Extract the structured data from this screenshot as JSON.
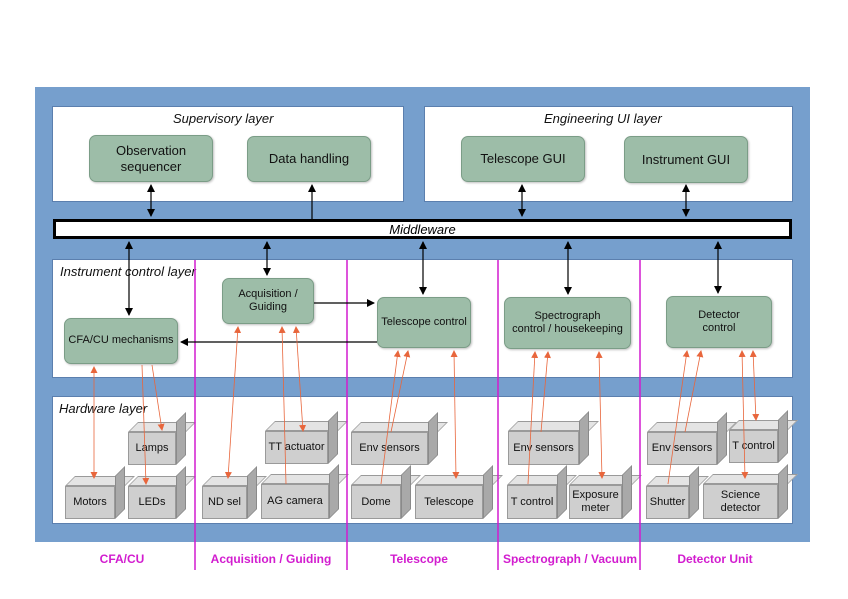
{
  "layers": {
    "supervisory": "Supervisory layer",
    "engineering_ui": "Engineering UI layer",
    "middleware": "Middleware",
    "instrument_control": "Instrument control layer",
    "hardware": "Hardware layer"
  },
  "modules": {
    "observation_sequencer": "Observation\nsequencer",
    "data_handling": "Data handling",
    "telescope_gui": "Telescope GUI",
    "instrument_gui": "Instrument GUI",
    "acquisition_guiding": "Acquisition /\nGuiding",
    "cfa_cu_mechanisms": "CFA/CU mechanisms",
    "telescope_control": "Telescope control",
    "spectrograph_control": "Spectrograph\ncontrol / housekeeping",
    "detector_control": "Detector\ncontrol"
  },
  "hardware": {
    "lamps": "Lamps",
    "motors": "Motors",
    "leds": "LEDs",
    "tt_actuator": "TT actuator",
    "nd_sel": "ND sel",
    "ag_camera": "AG camera",
    "env_sensors_tel": "Env sensors",
    "dome": "Dome",
    "telescope": "Telescope",
    "env_sensors_spec": "Env sensors",
    "t_control_spec": "T control",
    "exposure_meter": "Exposure\nmeter",
    "env_sensors_det": "Env sensors",
    "t_control_det": "T control",
    "shutter": "Shutter",
    "science_detector": "Science\ndetector"
  },
  "columns": [
    "CFA/CU",
    "Acquisition / Guiding",
    "Telescope",
    "Spectrograph / Vacuum",
    "Detector Unit"
  ],
  "colors": {
    "outer_background": "#769fcd",
    "module_fill": "#9dbda8",
    "hardware_fill": "#cfcfcf",
    "column_label": "#d21ccf",
    "hardware_link": "#e8663c",
    "divider": "#d21ccf"
  }
}
